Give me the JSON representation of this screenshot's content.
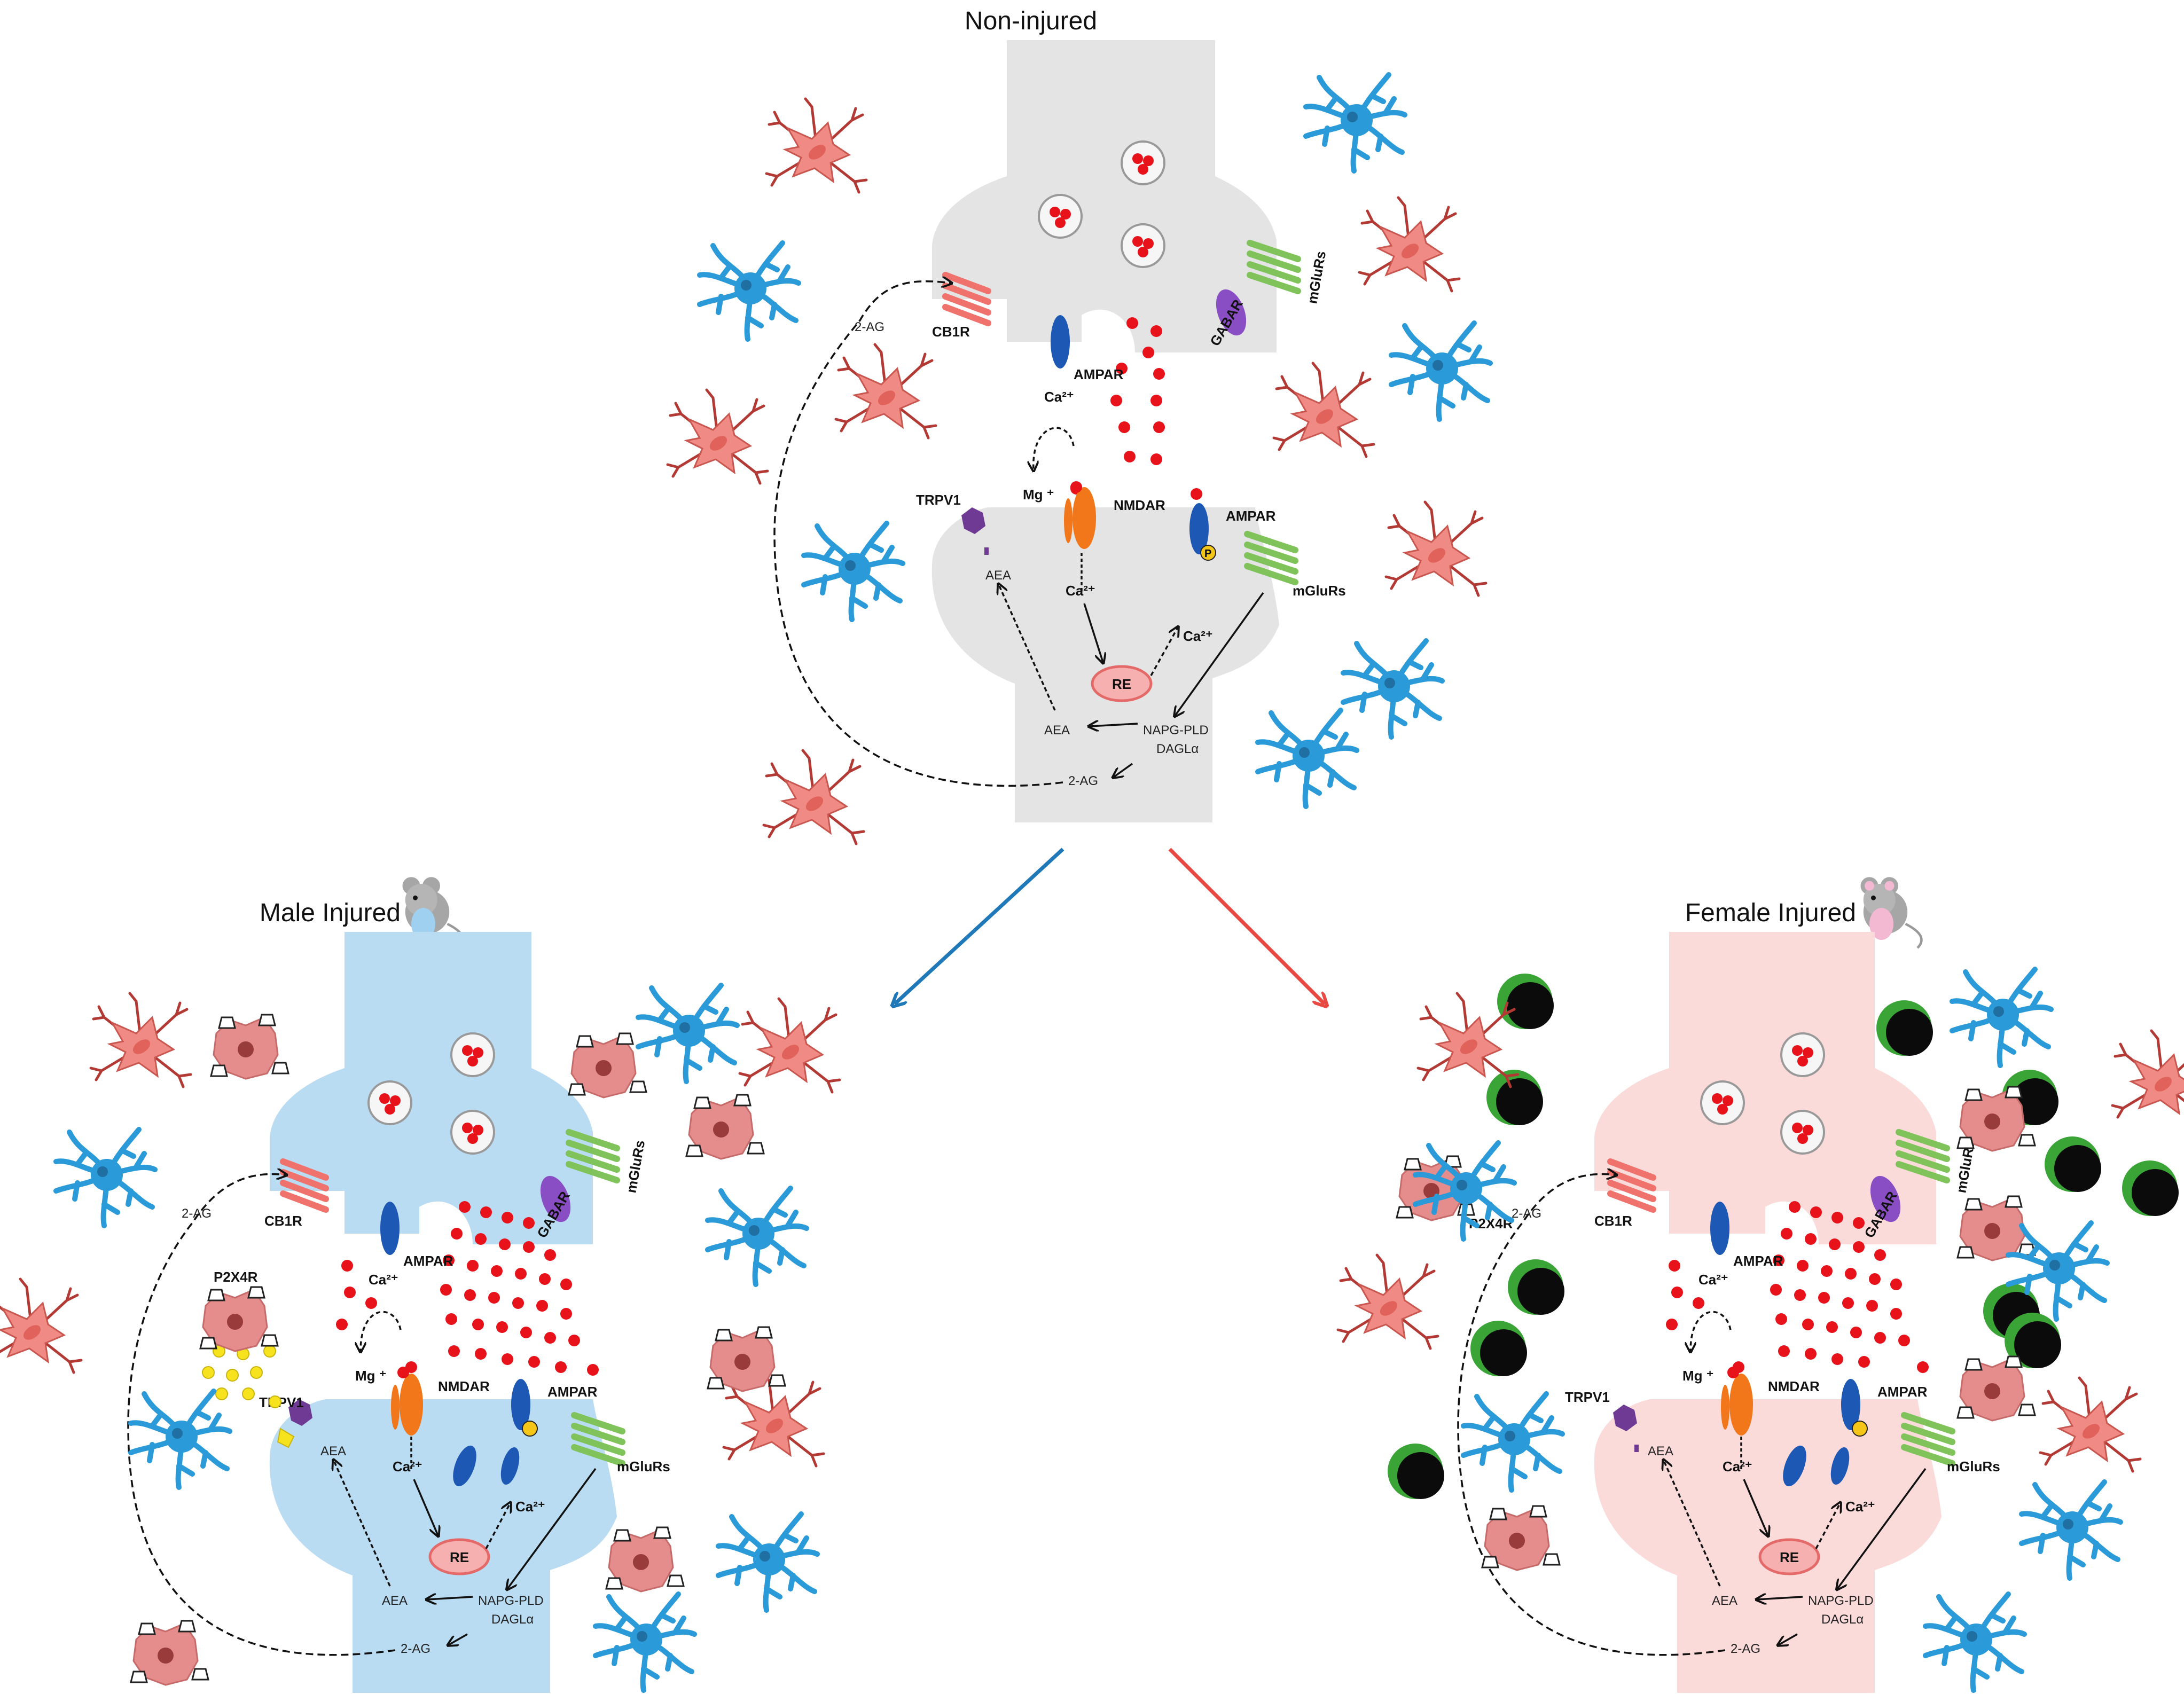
{
  "panels": {
    "top": {
      "title": "Non-injured",
      "cb1r": "CB1R",
      "ampar_pre": "AMPAR",
      "gabar": "GABAR",
      "mglurs_pre": "mGluRs",
      "ca_pre": "Ca²⁺",
      "mg": "Mg ⁺",
      "nmdar": "NMDAR",
      "ampar_post": "AMPAR",
      "trpv1": "TRPV1",
      "aea_top": "AEA",
      "ca_post": "Ca²⁺",
      "ca_er": "Ca²⁺",
      "mglurs_post": "mGluRs",
      "re": "RE",
      "enzyme1": "NAPG-PLD",
      "enzyme2": "DAGLα",
      "aea_bottom": "AEA",
      "two_ag_bottom": "2-AG",
      "two_ag_top": "2-AG",
      "phospho": "P"
    },
    "male": {
      "title": "Male Injured",
      "cb1r": "CB1R",
      "ampar_pre": "AMPAR",
      "gabar": "GABAR",
      "mglurs_pre": "mGluRs",
      "ca_pre": "Ca²⁺",
      "mg": "Mg ⁺",
      "nmdar": "NMDAR",
      "ampar_post": "AMPAR",
      "trpv1": "TRPV1",
      "p2x4r": "P2X4R",
      "aea_top": "AEA",
      "ca_post": "Ca²⁺",
      "ca_er": "Ca²⁺",
      "mglurs_post": "mGluRs",
      "re": "RE",
      "enzyme1": "NAPG-PLD",
      "enzyme2": "DAGLα",
      "aea_bottom": "AEA",
      "two_ag_bottom": "2-AG",
      "two_ag_top": "2-AG"
    },
    "female": {
      "title": "Female Injured",
      "cb1r": "CB1R",
      "ampar_pre": "AMPAR",
      "gabar": "GABAR",
      "mglurs_pre": "mGluRs",
      "ca_pre": "Ca²⁺",
      "mg": "Mg ⁺",
      "nmdar": "NMDAR",
      "ampar_post": "AMPAR",
      "trpv1": "TRPV1",
      "p2x4r": "P2X4R",
      "aea_top": "AEA",
      "ca_post": "Ca²⁺",
      "ca_er": "Ca²⁺",
      "mglurs_post": "mGluRs",
      "re": "RE",
      "enzyme1": "NAPG-PLD",
      "enzyme2": "DAGLα",
      "aea_bottom": "AEA",
      "two_ag_bottom": "2-AG",
      "two_ag_top": "2-AG"
    }
  },
  "colors": {
    "neuron_top": "#e4e4e4",
    "neuron_male": "#b9dcf2",
    "neuron_female": "#fbdada",
    "glutamate": "#e8121b",
    "astrocyte": "#f08a84",
    "microglia": "#2b9ad8",
    "reactive_microglia": "#e58c8c",
    "ampar": "#1d58b5",
    "nmdar": "#f2761a",
    "gabar": "#8a4ec4",
    "mglur": "#7fc35a",
    "cb1r": "#f0726c",
    "trpv1": "#6e3a93",
    "atp": "#f7e21e",
    "arrow_male": "#1f78b8",
    "arrow_female": "#e84a43",
    "infiltrate_ring": "#3aa536"
  }
}
